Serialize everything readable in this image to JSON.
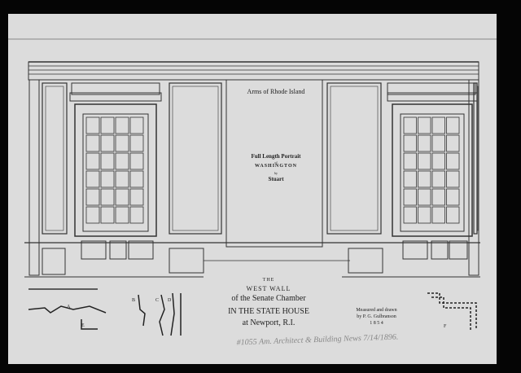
{
  "drawing": {
    "center_panel": {
      "arms": "Arms of Rhode Island",
      "portrait_line1": "Full Length Portrait",
      "portrait_of": "of",
      "portrait_subject": "WASHINGTON",
      "portrait_by": "by",
      "portrait_artist": "Stuart"
    },
    "title": {
      "the": "THE",
      "line1": "WEST WALL",
      "line2": "of the Senate Chamber",
      "line3": "IN THE STATE HOUSE",
      "line4": "at Newport, R.I."
    },
    "credit": {
      "line1": "Measured and drawn",
      "line2": "by P. G. Gulbranson",
      "year": "1 8 5 4"
    },
    "section_labels": [
      "A",
      "B",
      "C",
      "D",
      "E",
      "F"
    ],
    "handwritten_note": "#1055 Am. Architect & Building News 7/14/1896."
  }
}
